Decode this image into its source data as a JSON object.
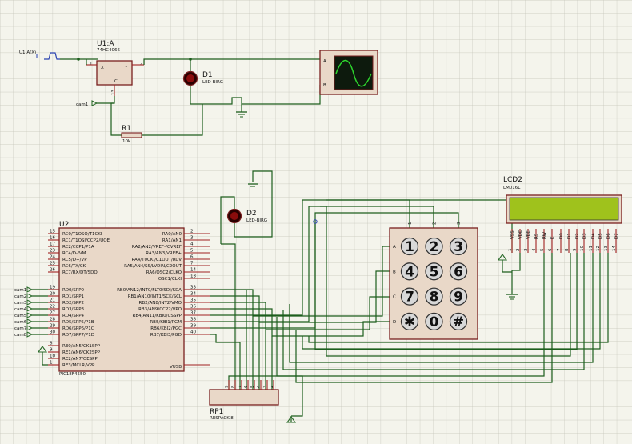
{
  "schematic": {
    "generator": {
      "label": "U1:A(X)"
    },
    "u1": {
      "ref": "U1:A",
      "part": "74HC4066",
      "pins": {
        "p1": "1",
        "p2": "2",
        "p13": "13"
      },
      "inner": {
        "x": "X",
        "y": "Y",
        "c": "C"
      }
    },
    "d1": {
      "ref": "D1",
      "part": "LED-BIRG"
    },
    "d2": {
      "ref": "D2",
      "part": "LED-BIRG"
    },
    "r1": {
      "ref": "R1",
      "value": "10k"
    },
    "scope": {
      "ch_a": "A",
      "ch_b": "B"
    },
    "cam1_terminal": "cam1",
    "u2": {
      "ref": "U2",
      "part": "PIC18F4550",
      "vusb": "VUSB",
      "left_pins": [
        {
          "num": "15",
          "name": "RC0/T1OSO/T1CKI"
        },
        {
          "num": "16",
          "name": "RC1/T1OSI/CCP2/UOE"
        },
        {
          "num": "17",
          "name": "RC2/CCP1/P1A"
        },
        {
          "num": "23",
          "name": "RC4/D-/VM"
        },
        {
          "num": "24",
          "name": "RC5/D+/VP"
        },
        {
          "num": "25",
          "name": "RC6/TX/CK"
        },
        {
          "num": "26",
          "name": "RC7/RX/DT/SDO"
        },
        {
          "num": "19",
          "name": "RD0/SPP0"
        },
        {
          "num": "20",
          "name": "RD1/SPP1"
        },
        {
          "num": "21",
          "name": "RD2/SPP2"
        },
        {
          "num": "22",
          "name": "RD3/SPP3"
        },
        {
          "num": "27",
          "name": "RD4/SPP4"
        },
        {
          "num": "28",
          "name": "RD5/SPP5/P1B"
        },
        {
          "num": "29",
          "name": "RD6/SPP6/P1C"
        },
        {
          "num": "30",
          "name": "RD7/SPP7/P1D"
        },
        {
          "num": "8",
          "name": "RE0/AN5/CK1SPP"
        },
        {
          "num": "9",
          "name": "RE1/AN6/CK2SPP"
        },
        {
          "num": "10",
          "name": "RE2/AN7/OESPP"
        },
        {
          "num": "1",
          "name": "RE3/MCLR/VPP"
        }
      ],
      "right_pins": [
        {
          "num": "2",
          "name": "RA0/AN0"
        },
        {
          "num": "3",
          "name": "RA1/AN1"
        },
        {
          "num": "4",
          "name": "RA2/AN2/VREF-/CVREF"
        },
        {
          "num": "5",
          "name": "RA3/AN3/VREF+"
        },
        {
          "num": "6",
          "name": "RA4/T0CKI/C1OUT/RCV"
        },
        {
          "num": "7",
          "name": "RA5/AN4/SS/LVDIN/C2OUT"
        },
        {
          "num": "14",
          "name": "RA6/OSC2/CLKO"
        },
        {
          "num": "13",
          "name": "OSC1/CLKI"
        },
        {
          "num": "33",
          "name": "RB0/AN12/INT0/FLT0/SDI/SDA"
        },
        {
          "num": "34",
          "name": "RB1/AN10/INT1/SCK/SCL"
        },
        {
          "num": "35",
          "name": "RB2/AN8/INT2/VMO"
        },
        {
          "num": "36",
          "name": "RB3/AN9/CCP2/VPO"
        },
        {
          "num": "37",
          "name": "RB4/AN11/KBI0/CSSPP"
        },
        {
          "num": "38",
          "name": "RB5/KBI1/PGM"
        },
        {
          "num": "39",
          "name": "RB6/KBI2/PGC"
        },
        {
          "num": "40",
          "name": "RB7/KBI3/PGD"
        }
      ]
    },
    "cam_terminals": [
      "cam1",
      "cam2",
      "cam3",
      "cam4",
      "cam5",
      "cam6",
      "cam7",
      "cam8"
    ],
    "keypad": {
      "rows": [
        "A",
        "B",
        "C",
        "D"
      ],
      "cols": [
        "1",
        "2",
        "3"
      ],
      "keys": [
        "1",
        "2",
        "3",
        "4",
        "5",
        "6",
        "7",
        "8",
        "9",
        "✱",
        "0",
        "#"
      ]
    },
    "lcd": {
      "ref": "LCD2",
      "part": "LM016L",
      "screen_color": "#9fc21c",
      "pins": [
        {
          "name": "VSS",
          "num": "1"
        },
        {
          "name": "VDD",
          "num": "2"
        },
        {
          "name": "VEE",
          "num": "3"
        },
        {
          "name": "RS",
          "num": "4"
        },
        {
          "name": "RW",
          "num": "5"
        },
        {
          "name": "E",
          "num": "6"
        },
        {
          "name": "D0",
          "num": "7"
        },
        {
          "name": "D1",
          "num": "8"
        },
        {
          "name": "D2",
          "num": "9"
        },
        {
          "name": "D3",
          "num": "10"
        },
        {
          "name": "D4",
          "num": "11"
        },
        {
          "name": "D5",
          "num": "12"
        },
        {
          "name": "D6",
          "num": "13"
        },
        {
          "name": "D7",
          "num": "14"
        }
      ]
    },
    "rp1": {
      "ref": "RP1",
      "part": "RESPACK-8",
      "pins": [
        "9",
        "8",
        "7",
        "6",
        "5",
        "4",
        "3",
        "2"
      ]
    }
  }
}
